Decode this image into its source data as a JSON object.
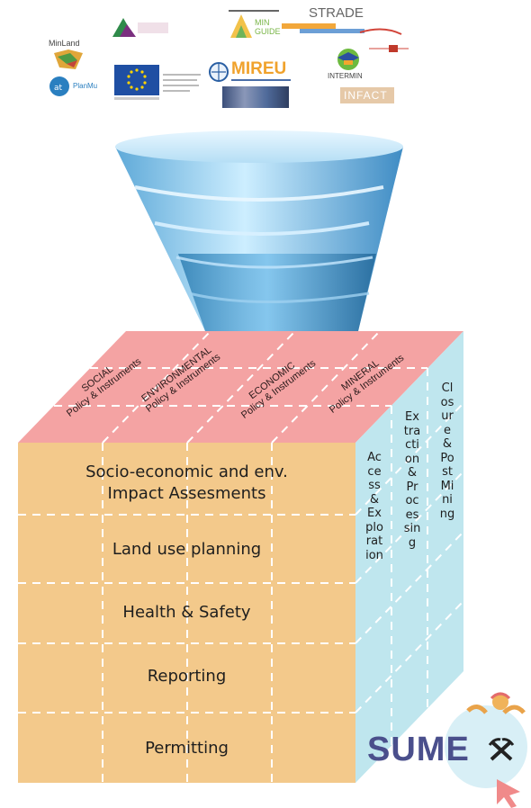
{
  "logos": {
    "minland": "MinLand",
    "min_guide": "MIN GUIDE",
    "strade": "STRADE",
    "mireu": "MIREU",
    "intermin": "INTERMIN",
    "infact": "INFACT",
    "sumex": "SUMEX",
    "planmu": "PlanMu"
  },
  "diagram": {
    "top_labels": [
      {
        "line1": "SOCIAL",
        "line2": "Policy & Instruments"
      },
      {
        "line1": "ENVIRONMENTAL",
        "line2": "Policy & Instruments"
      },
      {
        "line1": "ECONOMIC",
        "line2": "Policy & Instruments"
      },
      {
        "line1": "MINERAL",
        "line2": "Policy & Instruments"
      }
    ],
    "front_rows": [
      "Socio-economic and env.",
      "Impact Assesments",
      "Land use planning",
      "Health & Safety",
      "Reporting",
      "Permitting"
    ],
    "side_columns": [
      "Access & Exploration",
      "Extraction & Processing",
      "Closure & Post Mining"
    ],
    "colors": {
      "front": "#f3c98b",
      "top": "#f4a3a3",
      "side": "#bfe6ee",
      "funnel_light": "#a9dcf7",
      "funnel_dark": "#2f7fb3"
    }
  }
}
